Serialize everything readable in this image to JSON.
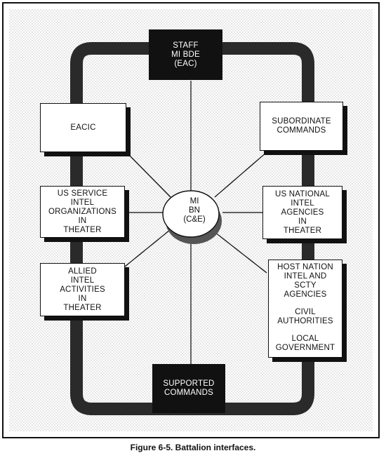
{
  "diagram": {
    "hub": {
      "label": "MI\nBN\n(C&E)"
    },
    "top": {
      "label": "STAFF\nMI BDE\n(EAC)"
    },
    "bottom": {
      "label": "SUPPORTED\nCOMMANDS"
    },
    "left_nodes": [
      {
        "label": "EACIC"
      },
      {
        "label": "US SERVICE\nINTEL\nORGANIZATIONS\nIN\nTHEATER"
      },
      {
        "label": "ALLIED\nINTEL\nACTIVITIES\nIN\nTHEATER"
      }
    ],
    "right_nodes": [
      {
        "label": "SUBORDINATE\nCOMMANDS"
      },
      {
        "label": "US NATIONAL\nINTEL\nAGENCIES\nIN\nTHEATER"
      }
    ],
    "host_nation": {
      "parts": [
        {
          "label": "HOST NATION\nINTEL AND\nSCTY\nAGENCIES"
        },
        {
          "label": "CIVIL\nAUTHORITIES"
        },
        {
          "label": "LOCAL\nGOVERNMENT"
        }
      ]
    }
  },
  "caption": "Figure 6-5.  Battalion interfaces.",
  "colors": {
    "ink": "#111111",
    "paper": "#ffffff",
    "ring": "#2a2a2a"
  }
}
